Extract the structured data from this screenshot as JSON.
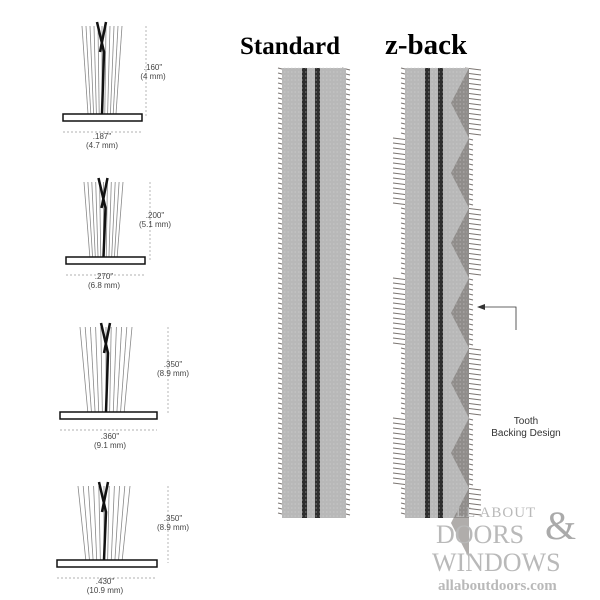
{
  "titles": {
    "standard": "Standard",
    "zback": "z-back"
  },
  "profiles": [
    {
      "height": ".160\"",
      "height_mm": "(4 mm)",
      "width": ".187\"",
      "width_mm": "(4.7 mm)"
    },
    {
      "height": ".200\"",
      "height_mm": "(5.1 mm)",
      "width": ".270\"",
      "width_mm": "(6.8 mm)"
    },
    {
      "height": ".350\"",
      "height_mm": "(8.9 mm)",
      "width": ".360\"",
      "width_mm": "(9.1 mm)"
    },
    {
      "height": ".350\"",
      "height_mm": "(8.9 mm)",
      "width": ".430\"",
      "width_mm": "(10.9 mm)"
    }
  ],
  "callout": {
    "line1": "Tooth",
    "line2": "Backing Design"
  },
  "watermark": {
    "line1": "ALL ABOUT",
    "line2": "DOORS",
    "amp": "&",
    "line3": "WINDOWS",
    "url": "allaboutdoors.com"
  },
  "colors": {
    "backing": "#b8b8b8",
    "pile": "#7a7470",
    "stripe": "#2e2e2e",
    "watermark": "#b9b9b9"
  }
}
